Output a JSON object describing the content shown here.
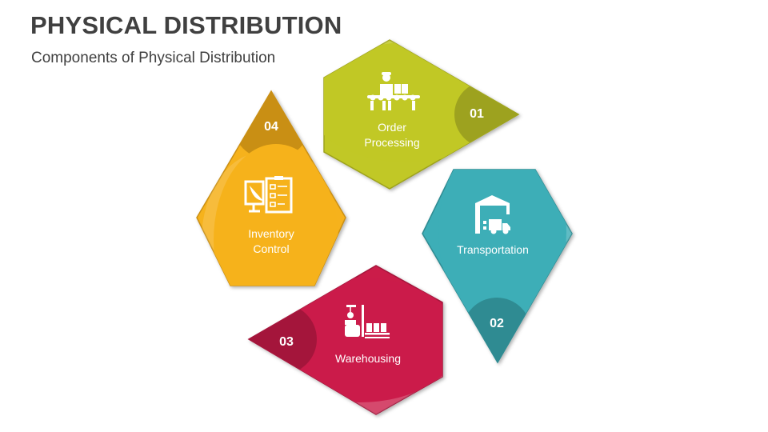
{
  "header": {
    "title": "PHYSICAL DISTRIBUTION",
    "subtitle": "Components of Physical Distribution"
  },
  "components": [
    {
      "number": "01",
      "label_line1": "Order",
      "label_line2": "Processing",
      "color": "#C1C825",
      "dark": "#9DA21F",
      "icon": "conveyor-worker-icon"
    },
    {
      "number": "02",
      "label_line1": "Transportation",
      "label_line2": "",
      "color": "#3DAEB7",
      "dark": "#2F8B92",
      "icon": "warehouse-truck-icon"
    },
    {
      "number": "03",
      "label_line1": "Warehousing",
      "label_line2": "",
      "color": "#CB1B4A",
      "dark": "#A4153B",
      "icon": "forklift-worker-icon"
    },
    {
      "number": "04",
      "label_line1": "Inventory",
      "label_line2": "Control",
      "color": "#F6B21B",
      "dark": "#C98F14",
      "icon": "monitor-clipboard-icon"
    }
  ]
}
